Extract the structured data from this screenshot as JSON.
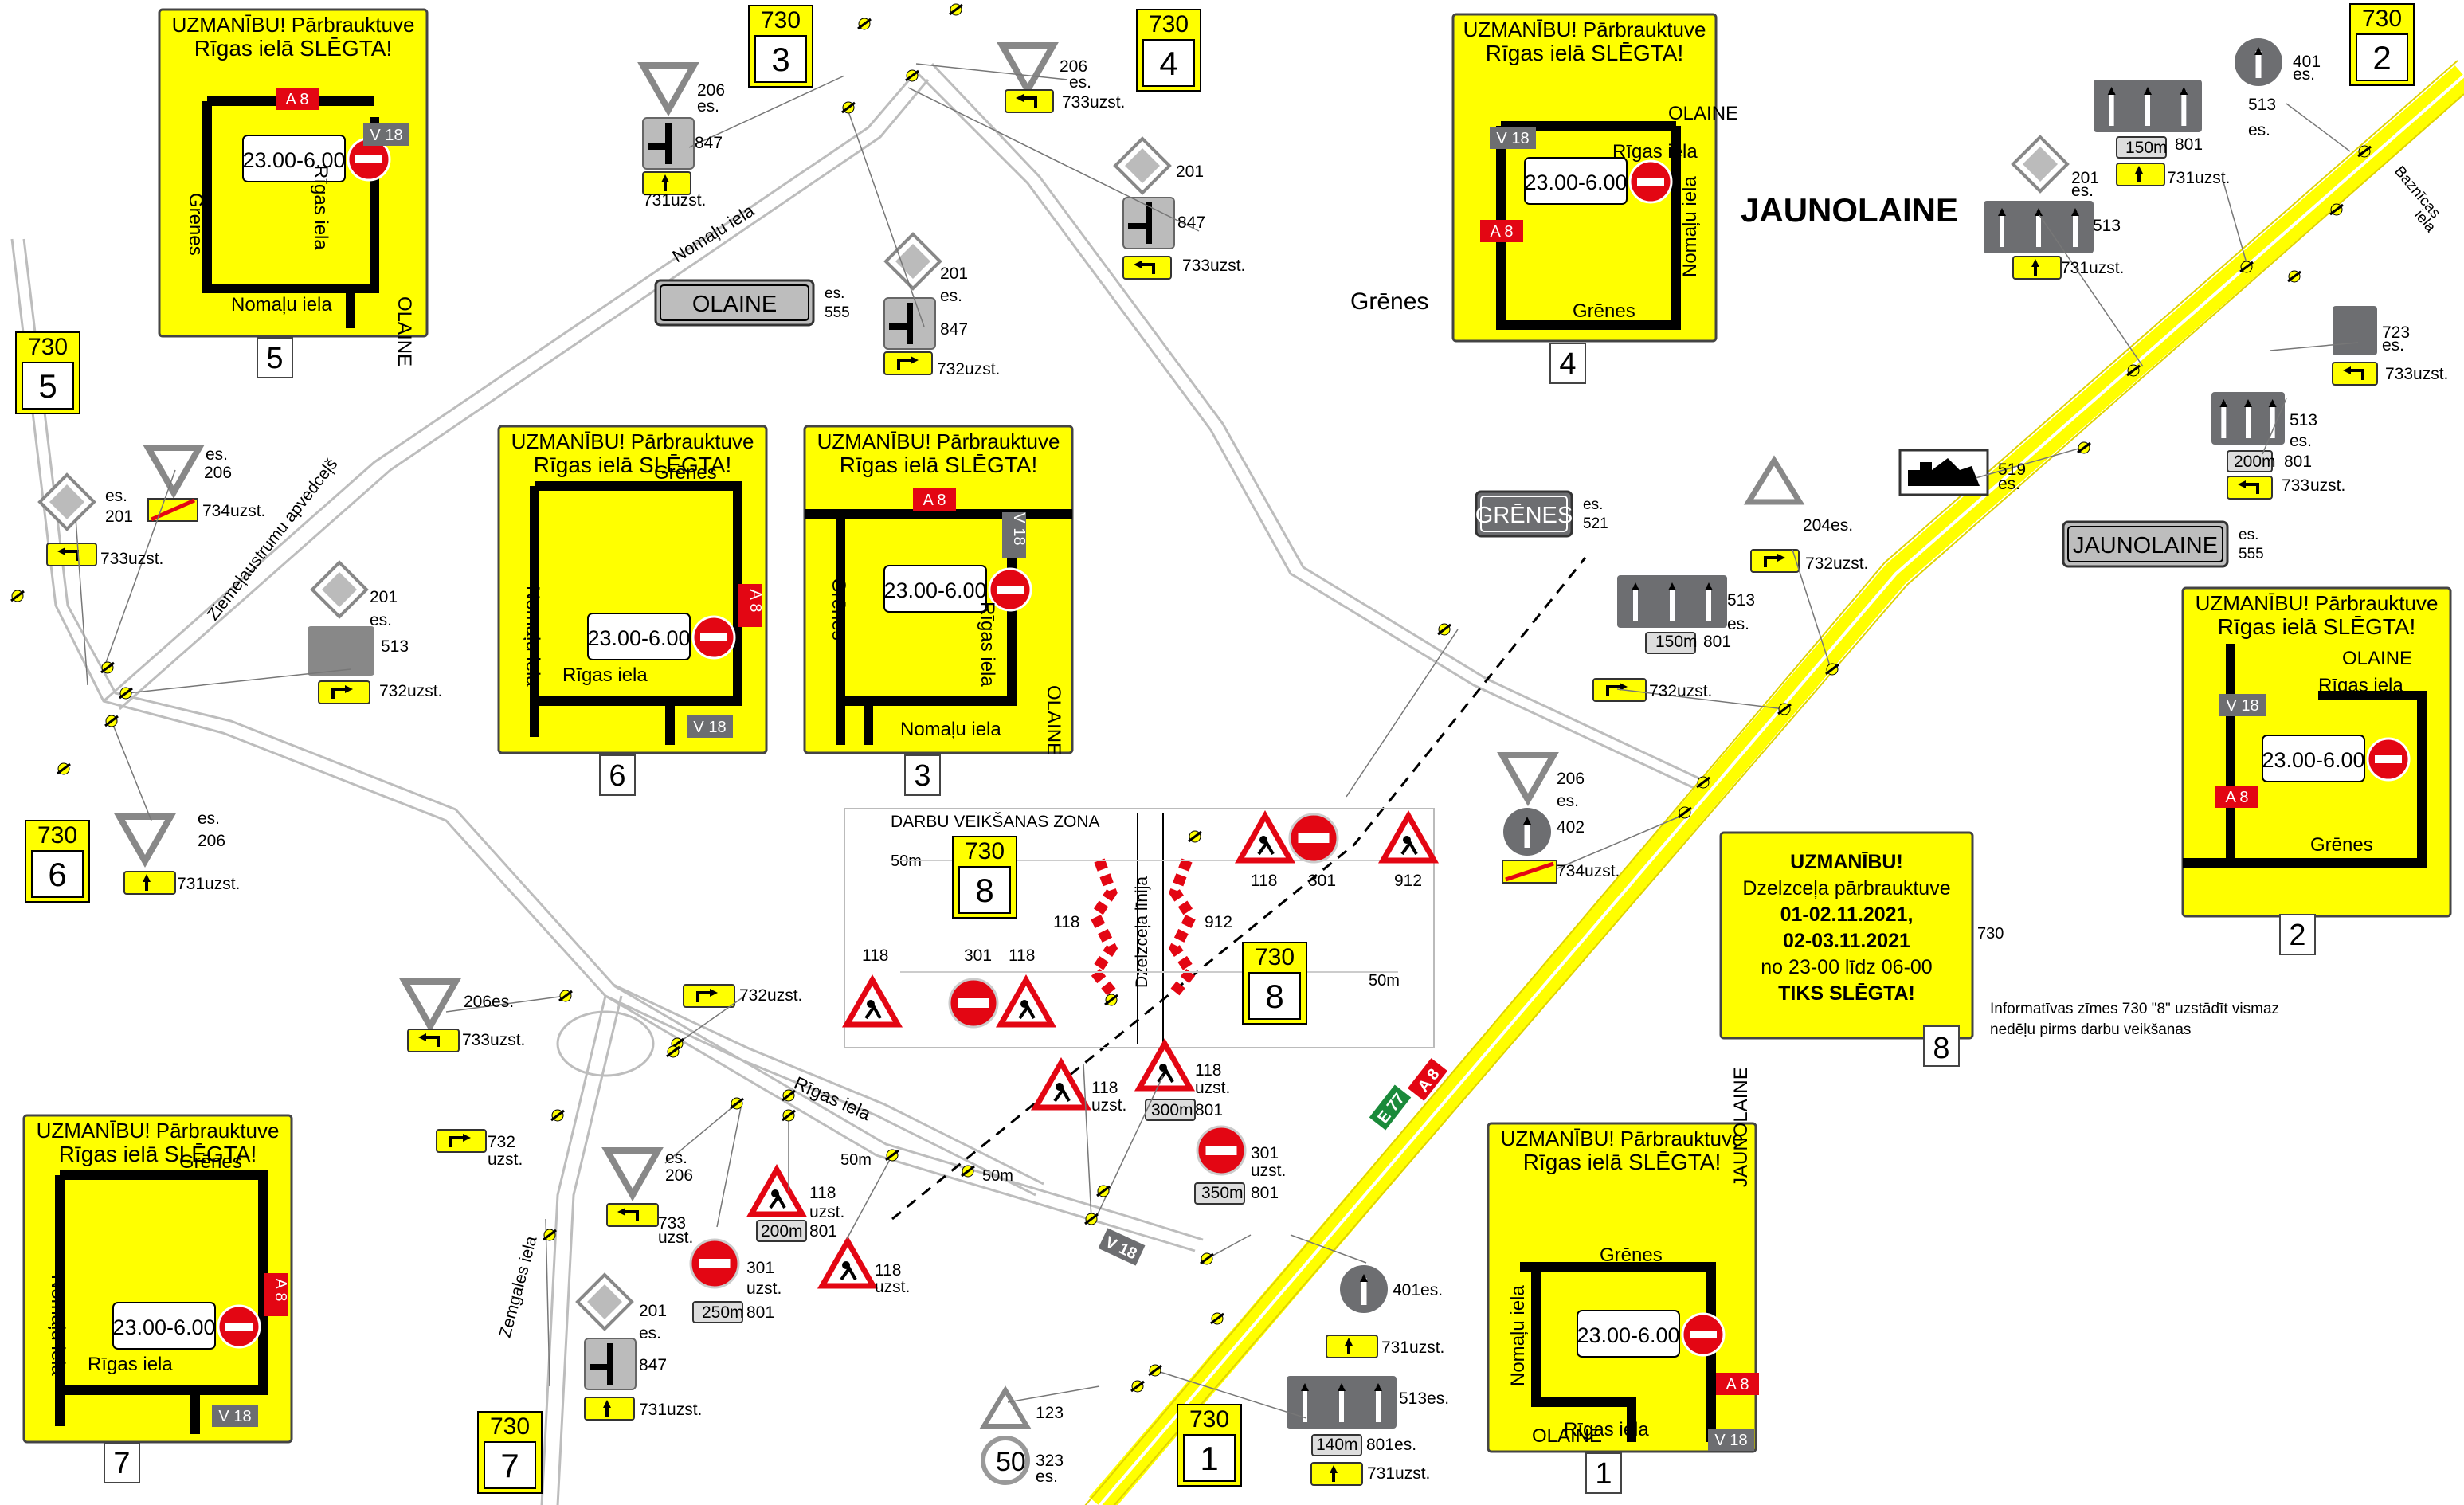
{
  "map": {
    "town_label": "JAUNOLAINE",
    "place_grenes": "Grēnes",
    "roads": {
      "nomalu": "Nomaļu iela",
      "ziemeļ": "Ziemeļaustrumu apvedceļš",
      "rigas": "Rīgas iela",
      "zemgales": "Zemgales iela",
      "baznicas_1": "Baznīcas",
      "baznicas_2": "iela",
      "rail": "Dzelzceļa līnija",
      "v18": "V 18",
      "e77": "E 77",
      "a8": "A 8"
    },
    "work_zone": {
      "title": "DARBU VEIKŠANAS ZONA",
      "d1": "50m",
      "d2": "50m",
      "d3": "50m",
      "d4": "50m",
      "d5": "50m"
    }
  },
  "colors": {
    "yellow": "#ffff00",
    "sign_red": "#e30613",
    "sign_gray": "#6d6e71",
    "road": "#cfcfcf"
  },
  "diagram_panels": [
    {
      "id": "5",
      "title1": "UZMANĪBU! Pārbrauktuve",
      "title2": "Rīgas ielā SLĒGTA!",
      "time": "23.00-6.00",
      "number": "5",
      "labels": [
        "A 8",
        "V 18",
        "Grēnes",
        "Rīgas iela",
        "OLAINE",
        "Nomaļu iela"
      ]
    },
    {
      "id": "4",
      "title1": "UZMANĪBU! Pārbrauktuve",
      "title2": "Rīgas ielā SLĒGTA!",
      "time": "23.00-6.00",
      "number": "4",
      "labels": [
        "V 18",
        "OLAINE",
        "Rīgas iela",
        "A 8",
        "Nomaļu iela",
        "Grēnes"
      ]
    },
    {
      "id": "6",
      "title1": "UZMANĪBU! Pārbrauktuve",
      "title2": "Rīgas ielā SLĒGTA!",
      "time": "23.00-6.00",
      "number": "6",
      "labels": [
        "Grēnes",
        "Nomaļu iela",
        "A 8",
        "Rīgas iela",
        "V 18"
      ]
    },
    {
      "id": "3",
      "title1": "UZMANĪBU! Pārbrauktuve",
      "title2": "Rīgas ielā SLĒGTA!",
      "time": "23.00-6.00",
      "number": "3",
      "labels": [
        "A 8",
        "V 18",
        "Grēnes",
        "Rīgas iela",
        "OLAINE",
        "Nomaļu iela"
      ]
    },
    {
      "id": "2",
      "title1": "UZMANĪBU! Pārbrauktuve",
      "title2": "Rīgas ielā SLĒGTA!",
      "time": "23.00-6.00",
      "number": "2",
      "labels": [
        "V 18",
        "OLAINE",
        "Rīgas iela",
        "A 8",
        "Grēnes"
      ]
    },
    {
      "id": "7",
      "title1": "UZMANĪBU! Pārbrauktuve",
      "title2": "Rīgas ielā SLĒGTA!",
      "time": "23.00-6.00",
      "number": "7",
      "labels": [
        "Grēnes",
        "Nomaļu iela",
        "A 8",
        "Rīgas iela",
        "V 18"
      ]
    },
    {
      "id": "1",
      "title1": "UZMANĪBU! Pārbrauktuve",
      "title2": "Rīgas ielā SLĒGTA!",
      "time": "23.00-6.00",
      "number": "1",
      "labels": [
        "JAUNOLAINE",
        "Grēnes",
        "Nomaļu iela",
        "A 8",
        "Rīgas iela",
        "V 18",
        "OLAINE"
      ]
    }
  ],
  "info_panel": {
    "lines": [
      "UZMANĪBU!",
      "Dzelzceļa pārbrauktuve",
      "01-02.11.2021,",
      "02-03.11.2021",
      "no 23-00 līdz 06-00",
      "TIKS SLĒGTA!"
    ],
    "sign_code": "730",
    "number": "8",
    "note1": "Informatīvas zīmes 730 \"8\" uzstādīt vismaz",
    "note2": "nedēļu pirms darbu veikšanas"
  },
  "small_730": [
    {
      "code": "730",
      "num": "5"
    },
    {
      "code": "730",
      "num": "3"
    },
    {
      "code": "730",
      "num": "4"
    },
    {
      "code": "730",
      "num": "2"
    },
    {
      "code": "730",
      "num": "6"
    },
    {
      "code": "730",
      "num": "8"
    },
    {
      "code": "730",
      "num": "8"
    },
    {
      "code": "730",
      "num": "7"
    },
    {
      "code": "730",
      "num": "1"
    }
  ],
  "town_signs": [
    {
      "text": "OLAINE",
      "code": "555",
      "suffix": "es."
    },
    {
      "text": "GRĒNES",
      "code": "521",
      "suffix": "es."
    },
    {
      "text": "JAUNOLAINE",
      "code": "555",
      "suffix": "es."
    }
  ],
  "sign_labels": [
    "206",
    "es.",
    "847",
    "731uzst.",
    "206",
    "es.",
    "733uzst.",
    "201",
    "847",
    "733uzst.",
    "201",
    "es.",
    "847",
    "732uzst.",
    "401",
    "es.",
    "513",
    "es.",
    "150m",
    "801",
    "731uzst.",
    "201",
    "es.",
    "513",
    "731uzst.",
    "723",
    "es.",
    "733uzst.",
    "513",
    "es.",
    "200m",
    "801",
    "733",
    "uzst.",
    "519",
    "es.",
    "es.",
    "206",
    "734uzst.",
    "es.",
    "201",
    "733uzst.",
    "201",
    "es.",
    "513",
    "732uzst.",
    "es.",
    "206",
    "731uzst.",
    "204es.",
    "732uzst.",
    "513",
    "es.",
    "150m",
    "801",
    "732uzst.",
    "206",
    "es.",
    "402",
    "734uzst.",
    "118",
    "301",
    "118",
    "912",
    "912",
    "118",
    "301",
    "118",
    "206es.",
    "733uzst.",
    "732uzst.",
    "732",
    "uzst.",
    "es.",
    "206",
    "733",
    "uzst.",
    "301",
    "uzst.",
    "250m",
    "801",
    "118",
    "uzst.",
    "200m",
    "801",
    "118",
    "uzst.",
    "118",
    "uzst.",
    "118",
    "uzst.",
    "300m",
    "801",
    "301",
    "uzst.",
    "350m",
    "801",
    "401es.",
    "731uzst.",
    "513es.",
    "140m",
    "801es.",
    "731uzst.",
    "123",
    "323",
    "es.",
    "50",
    "201",
    "es.",
    "847",
    "731uzst."
  ]
}
